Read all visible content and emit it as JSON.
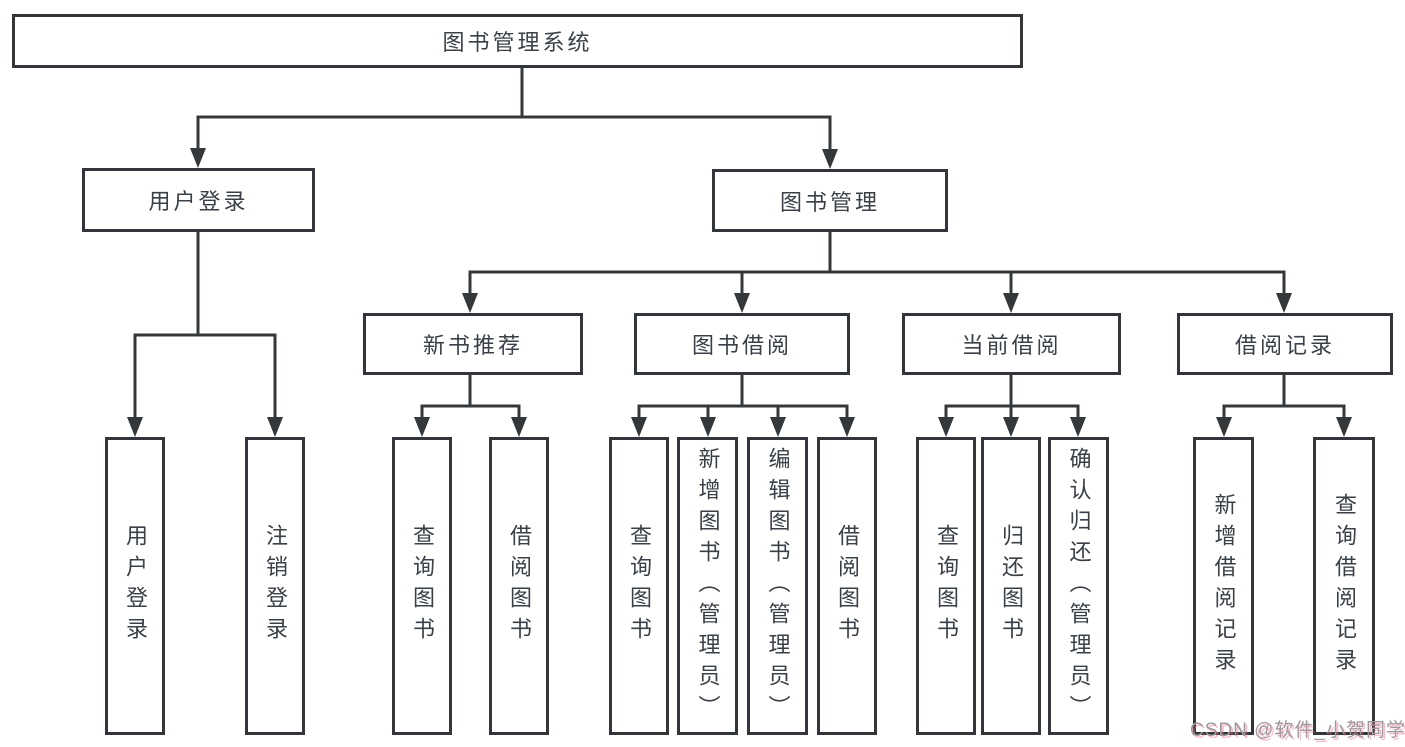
{
  "diagram": {
    "root": {
      "label": "图书管理系统"
    },
    "level2": {
      "user_login": {
        "label": "用户登录"
      },
      "book_mgmt": {
        "label": "图书管理"
      }
    },
    "level3": {
      "new_book_rec": {
        "label": "新书推荐"
      },
      "book_borrow": {
        "label": "图书借阅"
      },
      "current_borrow": {
        "label": "当前借阅"
      },
      "borrow_records": {
        "label": "借阅记录"
      }
    },
    "leaves": {
      "user_login": {
        "label": "用户登录",
        "parent": "用户登录"
      },
      "logout": {
        "label": "注销登录",
        "parent": "用户登录"
      },
      "nb_query": {
        "label": "查询图书",
        "parent": "新书推荐"
      },
      "nb_borrow": {
        "label": "借阅图书",
        "parent": "新书推荐"
      },
      "bb_query": {
        "label": "查询图书",
        "parent": "图书借阅"
      },
      "bb_add": {
        "label": "新增图书（管理员）",
        "parent": "图书借阅"
      },
      "bb_edit": {
        "label": "编辑图书（管理员）",
        "parent": "图书借阅"
      },
      "bb_borrow": {
        "label": "借阅图书",
        "parent": "图书借阅"
      },
      "cb_query": {
        "label": "查询图书",
        "parent": "当前借阅"
      },
      "cb_return": {
        "label": "归还图书",
        "parent": "当前借阅"
      },
      "cb_confirm": {
        "label": "确认归还（管理员）",
        "parent": "当前借阅"
      },
      "br_add": {
        "label": "新增借阅记录",
        "parent": "借阅记录"
      },
      "br_query": {
        "label": "查询借阅记录",
        "parent": "借阅记录"
      }
    },
    "colors": {
      "line": "#35383b",
      "box_border": "#323539",
      "text": "#3a4047",
      "background": "#ffffff"
    }
  },
  "watermark": {
    "text": "CSDN @软件_小贺同学",
    "color": "#9b9b9f",
    "accent": "#f46a86"
  }
}
